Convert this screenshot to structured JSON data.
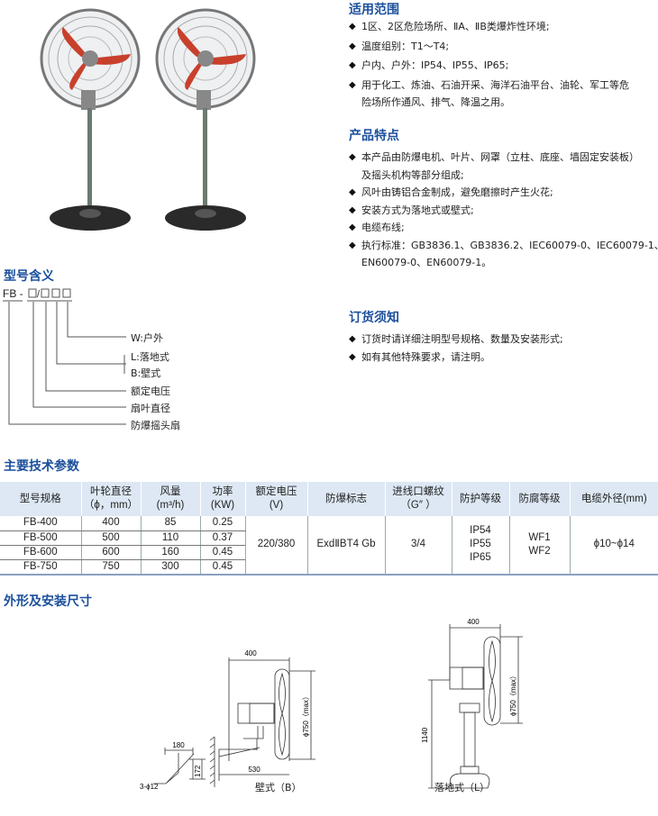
{
  "scope": {
    "title": "适用范围",
    "items": [
      "1区、2区危险场所、ⅡA、ⅡB类爆炸性环境;",
      "温度组别：T1～T4;",
      "户内、户外：IP54、IP55、IP65;",
      "用于化工、炼油、石油开采、海洋石油平台、油轮、军工等危"
    ],
    "item4_cont": "险场所作通风、排气、降温之用。"
  },
  "features": {
    "title": "产品特点",
    "items": [
      "本产品由防爆电机、叶片、网罩（立柱、底座、墙固定安装板）",
      "风叶由铸铝合金制成，避免磨擦时产生火花;",
      "安装方式为落地式或壁式;",
      "电缆布线;",
      "执行标准：GB3836.1、GB3836.2、IEC60079-0、IEC60079-1、"
    ],
    "item1_cont": "及摇头机构等部分组成;",
    "item5_cont": "EN60079-0、EN60079-1。"
  },
  "ordering": {
    "title": "订货须知",
    "items": [
      "订货时请详细注明型号规格、数量及安装形式;",
      "如有其他特殊要求，请注明。"
    ]
  },
  "model": {
    "title": "型号含义",
    "prefix": "FB -",
    "sep": "/",
    "labels": [
      "W:户外",
      "L:落地式",
      "B:壁式",
      "额定电压",
      "扇叶直径",
      "防爆摇头扇"
    ]
  },
  "specs": {
    "title": "主要技术参数",
    "headers": [
      [
        "型号规格",
        ""
      ],
      [
        "叶轮直径",
        "（ϕ，mm）"
      ],
      [
        "风量",
        "(m³/h)"
      ],
      [
        "功率",
        "(KW)"
      ],
      [
        "额定电压",
        "(V)"
      ],
      [
        "防爆标志",
        ""
      ],
      [
        "进线口螺纹",
        "（G″ ）"
      ],
      [
        "防护等级",
        ""
      ],
      [
        "防腐等级",
        ""
      ],
      [
        "电缆外径(mm)",
        ""
      ]
    ],
    "rows": [
      [
        "FB-400",
        "400",
        "85",
        "0.25"
      ],
      [
        "FB-500",
        "500",
        "110",
        "0.37"
      ],
      [
        "FB-600",
        "600",
        "160",
        "0.45"
      ],
      [
        "FB-750",
        "750",
        "300",
        "0.45"
      ]
    ],
    "voltage": "220/380",
    "ex_mark": "ExdⅡBT4 Gb",
    "thread": "3/4",
    "protection": [
      "IP54",
      "IP55",
      "IP65"
    ],
    "anticorrosion": [
      "WF1",
      "WF2"
    ],
    "cable": "ϕ10~ϕ14"
  },
  "dimensions": {
    "title": "外形及安装尺寸",
    "wall": {
      "caption": "壁式（B）",
      "w": "400",
      "d": "ϕ750（max）",
      "arm": "530",
      "hole_w": "180",
      "hole_h": "172",
      "holes": "3-ϕ12"
    },
    "floor": {
      "caption": "落地式（L）",
      "w": "400",
      "d": "ϕ750（max）",
      "h": "1140"
    }
  },
  "colors": {
    "heading": "#1b4f9c",
    "header_bg": "#dde8f4",
    "blade": "#c8402c"
  }
}
